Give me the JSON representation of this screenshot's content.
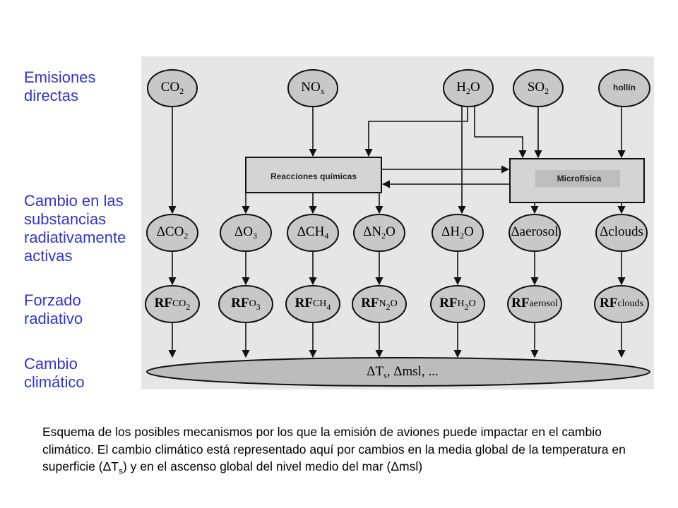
{
  "side_labels": {
    "emisiones": "Emisiones directas",
    "cambio_substancias": "Cambio en las substancias radiativamente activas",
    "forzado": "Forzado radiativo",
    "cambio_climatico": "Cambio climático"
  },
  "emissions": [
    {
      "base": "CO",
      "sub": "2"
    },
    {
      "base": "NO",
      "sub": "x"
    },
    {
      "base": "H",
      "sub": "2",
      "tail": "O"
    },
    {
      "base": "SO",
      "sub": "2"
    },
    {
      "base": "hollín",
      "sub": ""
    }
  ],
  "process_boxes": {
    "chemistry": "Reacciones químicas",
    "microphysics": "Microfísica"
  },
  "changes": [
    {
      "prefix": "Δ",
      "base": "CO",
      "sub": "2",
      "tail": ""
    },
    {
      "prefix": "Δ",
      "base": "O",
      "sub": "3",
      "tail": ""
    },
    {
      "prefix": "Δ",
      "base": "CH",
      "sub": "4",
      "tail": ""
    },
    {
      "prefix": "Δ",
      "base": "N",
      "sub": "2",
      "tail": "O"
    },
    {
      "prefix": "Δ",
      "base": "H",
      "sub": "2",
      "tail": "O"
    },
    {
      "prefix": "Δ",
      "base": "aerosol",
      "sub": "",
      "tail": ""
    },
    {
      "prefix": "Δ",
      "base": "clouds",
      "sub": "",
      "tail": ""
    }
  ],
  "forcings": [
    {
      "rf": "RF",
      "base": "CO",
      "sub": "2",
      "tail": ""
    },
    {
      "rf": "RF",
      "base": "O",
      "sub": "3",
      "tail": ""
    },
    {
      "rf": "RF",
      "base": "CH",
      "sub": "4",
      "tail": ""
    },
    {
      "rf": "RF",
      "base": "N",
      "sub": "2",
      "tail": "O"
    },
    {
      "rf": "RF",
      "base": "H",
      "sub": "2",
      "tail": "O"
    },
    {
      "rf": "RF",
      "base": "aerosol",
      "sub": "",
      "tail": ""
    },
    {
      "rf": "RF",
      "base": "clouds",
      "sub": "",
      "tail": ""
    }
  ],
  "climate": {
    "part1": "ΔT",
    "sub": "s",
    "part2": ", Δmsl, ..."
  },
  "caption": {
    "part1": "Esquema de los posibles mecanismos por los que la emisión de aviones puede impactar en el cambio climático. El cambio climático está representado aquí por cambios en la media global de la temperatura en superficie (",
    "dT": "ΔT",
    "dT_sub": "s",
    "part2": ") y en el ascenso global del nivel medio del mar (",
    "dmsl": "Δmsl",
    "part3": ")"
  },
  "colors": {
    "side_label": "#3333cc",
    "panel_bg": "#e6e6e6",
    "node_fill": "#c8c8c8",
    "box_fill": "#d4d4d4"
  }
}
